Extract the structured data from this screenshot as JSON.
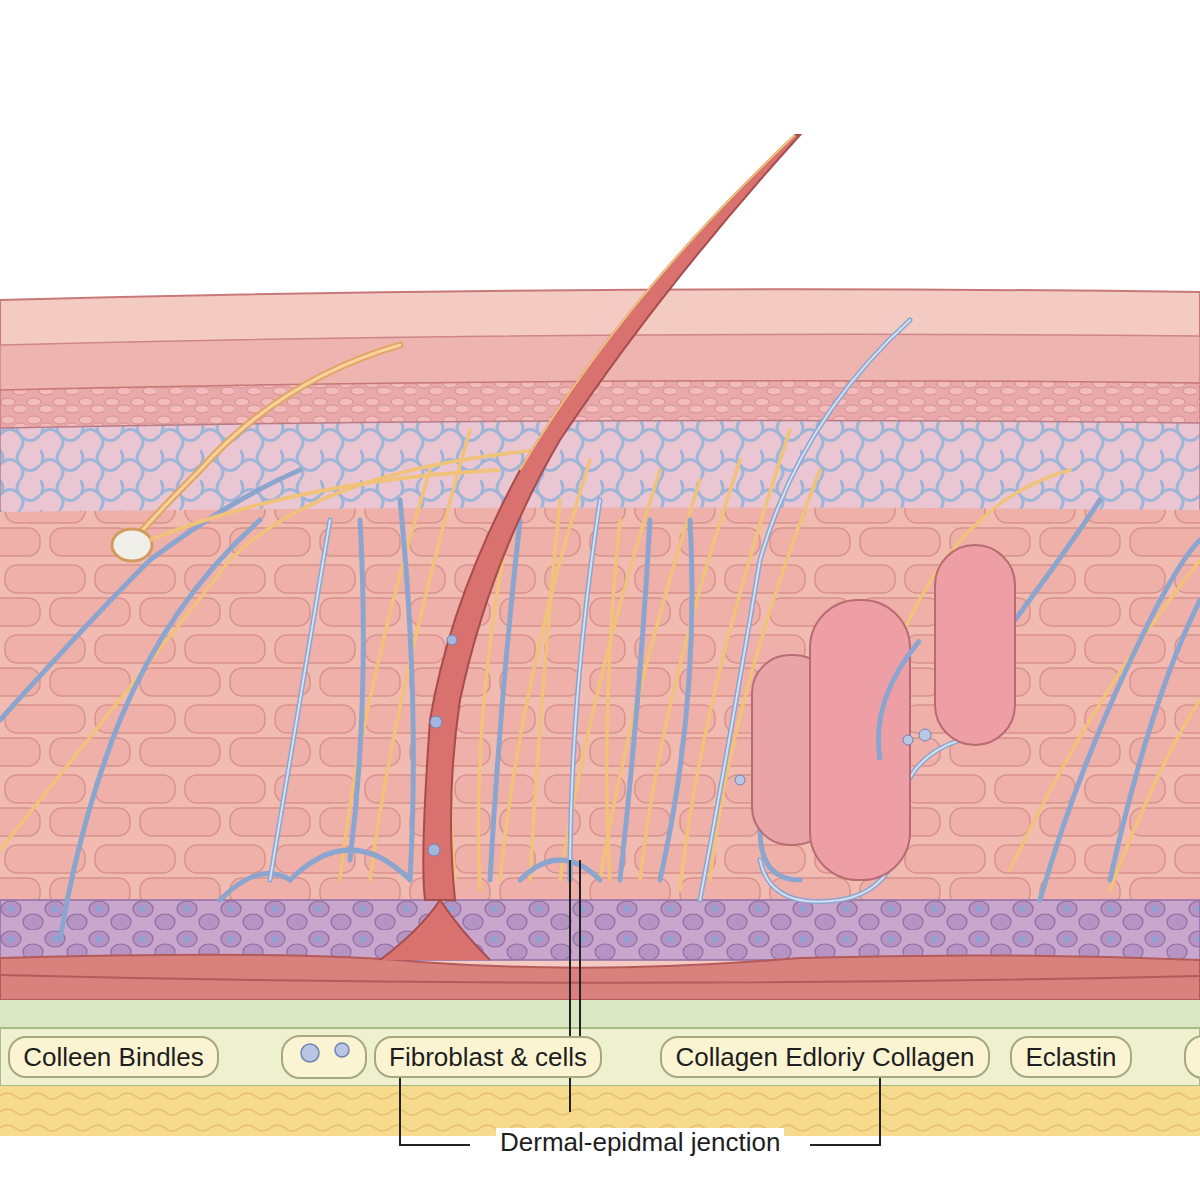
{
  "diagram": {
    "nodes": [
      {
        "text": [
          "Colleen Bindles"
        ]
      },
      {
        "text": [
          "Fibroblast & cells"
        ]
      },
      {
        "text": [
          "Collagen Edloriy Collagen"
        ]
      },
      {
        "text": [
          "Eclastin"
        ]
      }
    ],
    "labels": [
      "Dermal-epidmal jenction"
    ]
  }
}
